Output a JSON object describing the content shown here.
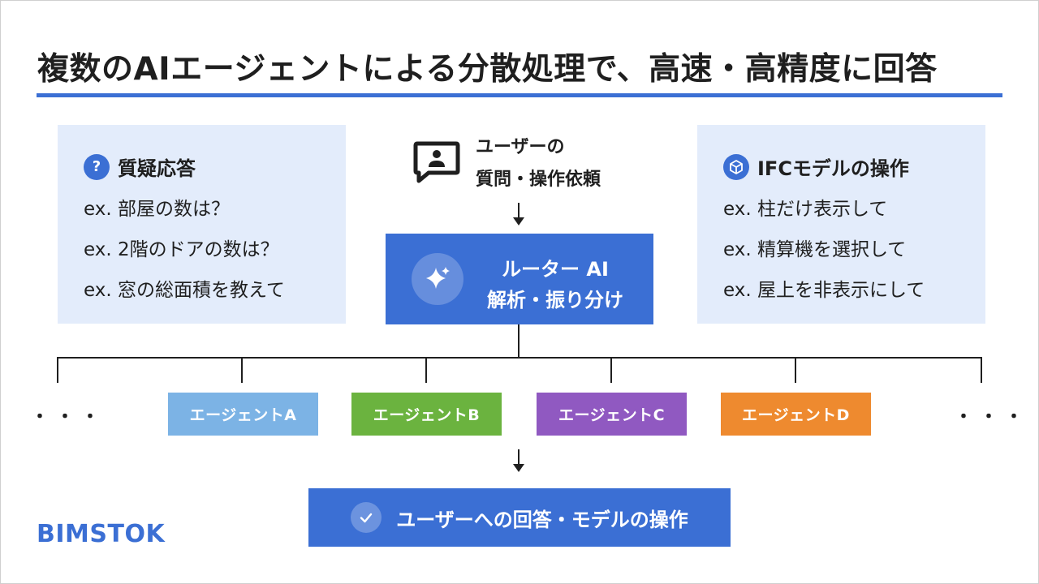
{
  "title": "複数のAIエージェントによる分散処理で、高速・高精度に回答",
  "left_panel": {
    "heading": "質疑応答",
    "icon": "question-icon",
    "examples": [
      "ex. 部屋の数は？",
      "ex. 2階のドアの数は？",
      "ex. 窓の総面積を教えて"
    ]
  },
  "right_panel": {
    "heading": "IFCモデルの操作",
    "icon": "cube-icon",
    "examples": [
      "ex. 柱だけ表示して",
      "ex. 精算機を選択して",
      "ex. 屋上を非表示にして"
    ]
  },
  "user": {
    "icon": "user-message-icon",
    "line1": "ユーザーの",
    "line2": "質問・操作依頼"
  },
  "router": {
    "icon": "sparkle-icon",
    "line1": "ルーター AI",
    "line2": "解析・振り分け"
  },
  "agents": [
    {
      "label": "エージェントA",
      "color": "#7cb3e5"
    },
    {
      "label": "エージェントB",
      "color": "#6bb33f"
    },
    {
      "label": "エージェントC",
      "color": "#9059c1"
    },
    {
      "label": "エージェントD",
      "color": "#ee8a2f"
    }
  ],
  "ellipsis": "・・・",
  "answer": {
    "icon": "check-icon",
    "label": "ユーザーへの回答・モデルの操作"
  },
  "brand": "BIMSTOK",
  "colors": {
    "accent": "#3b6fd4",
    "panel": "#e3ecfb"
  }
}
